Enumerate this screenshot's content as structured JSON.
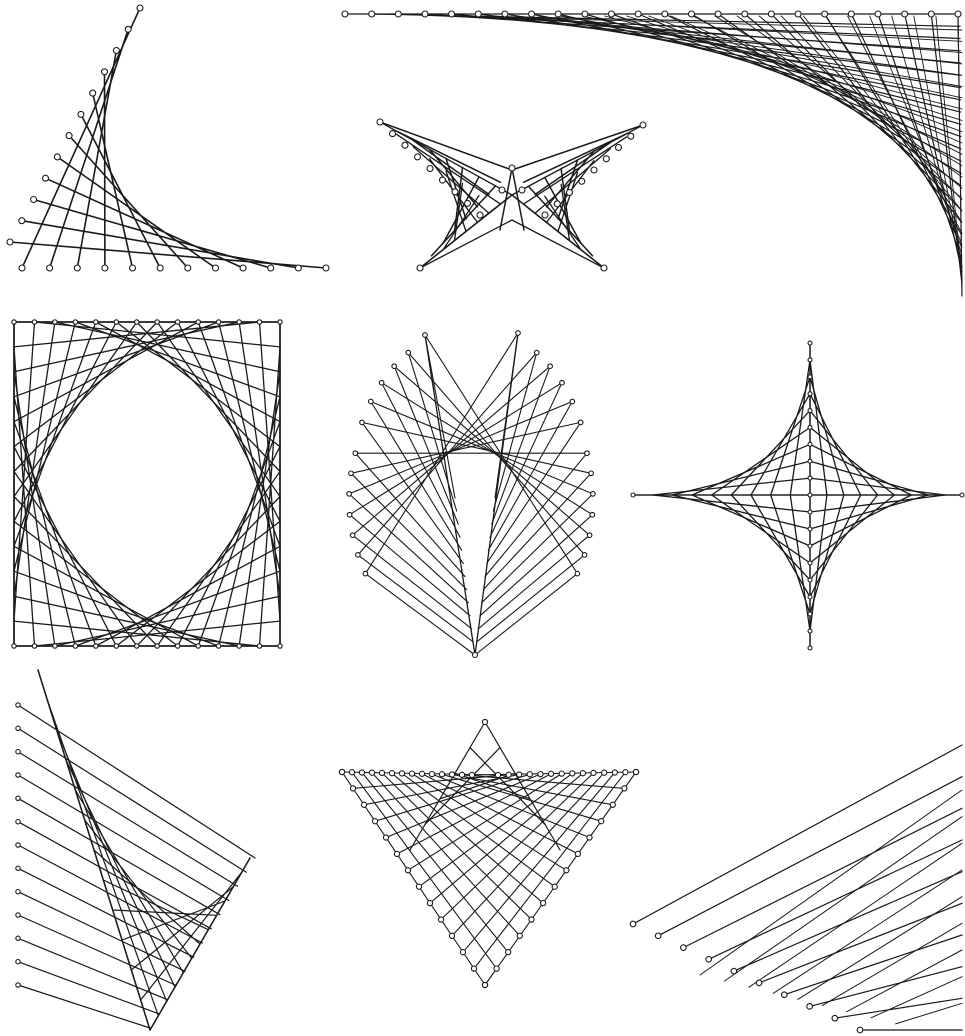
{
  "page": {
    "background": "#ffffff",
    "thread_color": "#1a1a1a",
    "pin_fill": "#ffffff",
    "pin_stroke": "#1a1a1a"
  },
  "figures": [
    {
      "id": "corner-curve-top-left",
      "kind": "corner",
      "pins": 12
    },
    {
      "id": "bowtie-top-center",
      "kind": "bowtie",
      "pins": 9
    },
    {
      "id": "large-corner-curve-top-right",
      "kind": "corner",
      "pins": 24
    },
    {
      "id": "rectangle-eye-middle-left",
      "kind": "rectangle",
      "pins": 14
    },
    {
      "id": "heart-fan-center",
      "kind": "fan",
      "pins": 13
    },
    {
      "id": "astroid-star-middle-right",
      "kind": "astroid",
      "pins": 10
    },
    {
      "id": "hook-curve-bottom-left",
      "kind": "corner",
      "pins": 13
    },
    {
      "id": "crown-fan-bottom-center",
      "kind": "fan",
      "pins": 14
    },
    {
      "id": "corner-curve-bottom-right",
      "kind": "corner",
      "pins": 10
    }
  ]
}
